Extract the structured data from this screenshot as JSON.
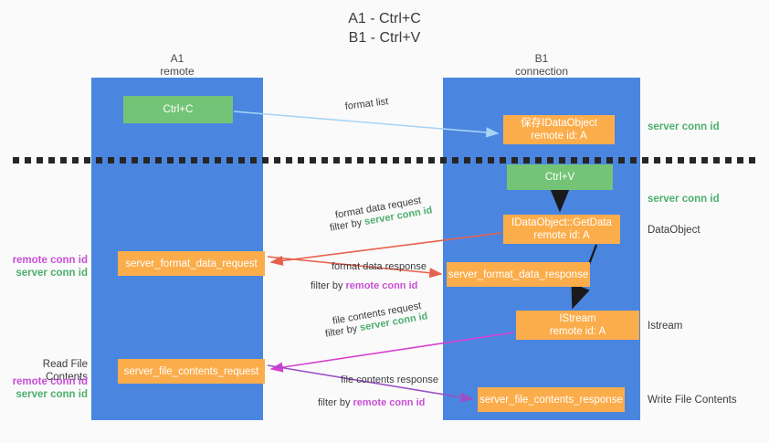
{
  "title": "A1 - Ctrl+C\nB1 - Ctrl+V",
  "columns": {
    "a1": "A1\nremote",
    "b1": "B1\nconnection"
  },
  "boxes": {
    "ctrl_c": "Ctrl+C",
    "idataobject": "保存IDataObject\nremote id: A",
    "ctrl_v": "Ctrl+V",
    "getdata": "IDataObject::GetData\nremote id: A",
    "server_format_data_request": "server_format_data_request",
    "server_format_data_response": "server_format_data_response",
    "istream": "IStream\nremote id: A",
    "server_file_contents_request": "server_file_contents_request",
    "server_file_contents_response": "server_file_contents_response"
  },
  "right_notes": {
    "server_conn_id_1": "server conn id",
    "server_conn_id_2": "server conn id",
    "dataobject": "DataObject",
    "istream": "Istream",
    "write_file_contents": "Write File Contents"
  },
  "left_notes": {
    "remote_conn_id_1": "remote conn id",
    "server_conn_id_1": "server conn id",
    "read_file_contents": "Read File Contents",
    "remote_conn_id_2": "remote conn id",
    "server_conn_id_2": "server conn id"
  },
  "arrow_labels": {
    "format_list": "format list",
    "format_data_request": "format data request",
    "format_data_request_filter_prefix": "filter by ",
    "format_data_request_filter_value": "server conn id",
    "format_data_response": "format data response",
    "format_data_response_filter_prefix": "filter by ",
    "format_data_response_filter_value": "remote conn id",
    "file_contents_request": "file contents request",
    "file_contents_request_filter_prefix": "filter by ",
    "file_contents_request_filter_value": "server conn id",
    "file_contents_response": "file contents response",
    "file_contents_response_filter_prefix": "filter by ",
    "file_contents_response_filter_value": "remote conn id"
  },
  "colors": {
    "lane": "#4a86e0",
    "green_box": "#73c476",
    "orange_box": "#fbad4b",
    "server_conn_id": "#4caf6d",
    "remote_conn_id": "#c84fd6",
    "arrow_light_blue": "#a8d4f5",
    "arrow_red": "#e8614d",
    "arrow_magenta": "#d83fd0",
    "arrow_purple": "#9b4fc8",
    "arrow_black": "#1a1a1a",
    "background": "#fafafa"
  }
}
